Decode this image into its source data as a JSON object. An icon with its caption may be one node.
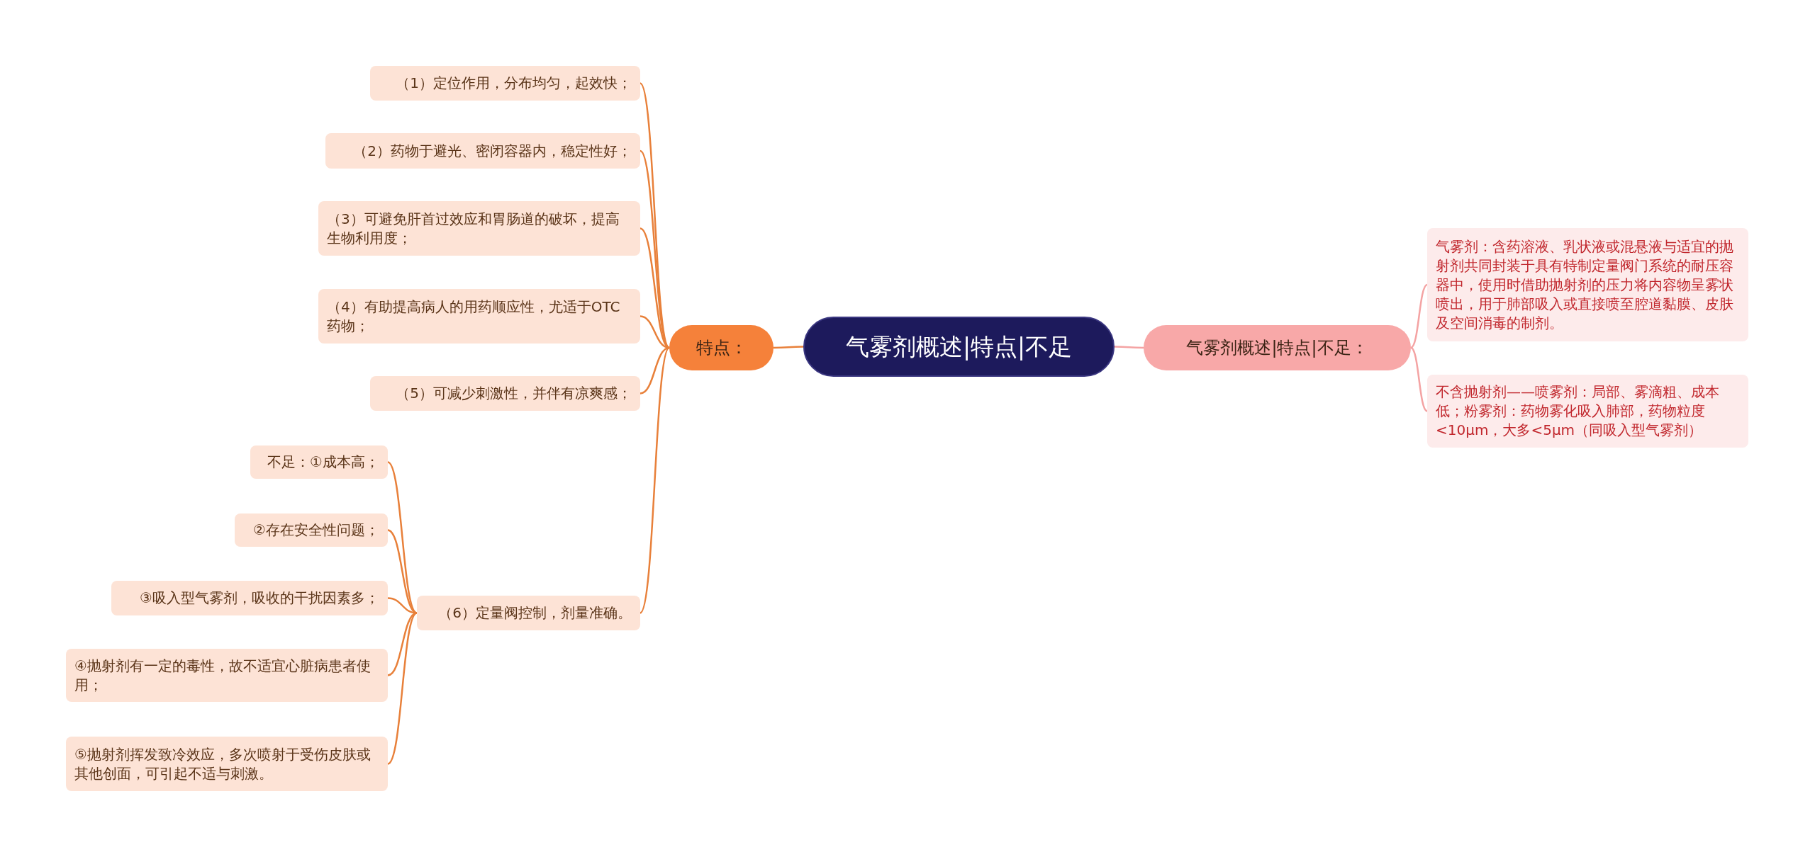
{
  "diagram": {
    "nodes": [
      {
        "text": [
          "气雾剂概述|特点|不足"
        ]
      },
      {
        "text": [
          "特点："
        ]
      },
      {
        "text": [
          "气雾剂概述|特点|不足："
        ]
      },
      {
        "text": [
          "（1）定位作用，分布均匀，起效快；"
        ]
      },
      {
        "text": [
          "（2）药物于避光、密闭容器内，稳定性好；"
        ]
      },
      {
        "text": [
          "（3）可避免肝首过效应和胃肠道的破坏，提高生物利用度；"
        ]
      },
      {
        "text": [
          "（4）有助提高病人的用药顺应性，尤适于OTC药物；"
        ]
      },
      {
        "text": [
          "（5）可减少刺激性，并伴有凉爽感；"
        ]
      },
      {
        "text": [
          "（6）定量阀控制，剂量准确。"
        ]
      },
      {
        "text": [
          "不足：①成本高；"
        ]
      },
      {
        "text": [
          "②存在安全性问题；"
        ]
      },
      {
        "text": [
          "③吸入型气雾剂，吸收的干扰因素多；"
        ]
      },
      {
        "text": [
          "④抛射剂有一定的毒性，故不适宜心脏病患者使用；"
        ]
      },
      {
        "text": [
          "⑤抛射剂挥发致冷效应，多次喷射于受伤皮肤或其他创面，可引起不适与刺激。"
        ]
      },
      {
        "text": [
          "气雾剂：含药溶液、乳状液或混悬液与适宜的抛射剂共同封装于具有特制定量阀门系统的耐压容器中，使用时借助抛射剂的压力将内容物呈雾状喷出，用于肺部吸入或直接喷至腔道黏膜、皮肤及空间消毒的制剂。"
        ]
      },
      {
        "text": [
          "不含抛射剂——喷雾剂：局部、雾滴粗、成本低；粉雾剂：药物雾化吸入肺部，药物粒度<10μm，大多<5μm（同吸入型气雾剂）"
        ]
      }
    ],
    "edges": [
      {
        "from": 0,
        "to": 1,
        "arrow": "none"
      },
      {
        "from": 0,
        "to": 2,
        "arrow": "none",
        "color": "#f4a3a3"
      },
      {
        "from": 1,
        "to": 3,
        "arrow": "none"
      },
      {
        "from": 1,
        "to": 4,
        "arrow": "none"
      },
      {
        "from": 1,
        "to": 5,
        "arrow": "none"
      },
      {
        "from": 1,
        "to": 6,
        "arrow": "none"
      },
      {
        "from": 1,
        "to": 7,
        "arrow": "none"
      },
      {
        "from": 1,
        "to": 8,
        "arrow": "none"
      },
      {
        "from": 8,
        "to": 9,
        "arrow": "none"
      },
      {
        "from": 8,
        "to": 10,
        "arrow": "none"
      },
      {
        "from": 8,
        "to": 11,
        "arrow": "none"
      },
      {
        "from": 8,
        "to": 12,
        "arrow": "none"
      },
      {
        "from": 8,
        "to": 13,
        "arrow": "none"
      },
      {
        "from": 2,
        "to": 14,
        "arrow": "none",
        "color": "#f4a3a3"
      },
      {
        "from": 2,
        "to": 15,
        "arrow": "none",
        "color": "#f4a3a3"
      }
    ]
  }
}
